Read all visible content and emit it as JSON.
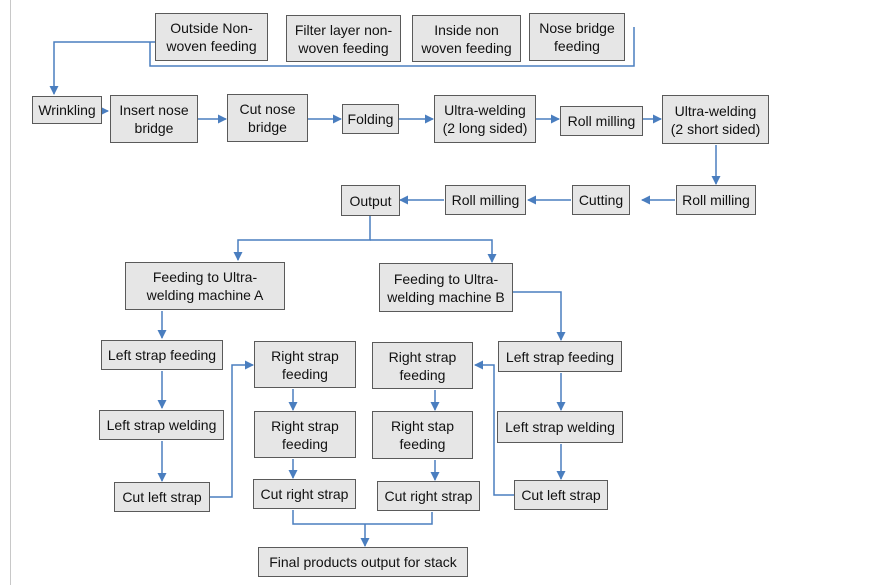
{
  "colors": {
    "connector": "#4a7ebf",
    "box_fill": "#e6e6e6",
    "box_border": "#5a5a5a"
  },
  "nodes": {
    "outside_feeding": "Outside Non-\nwoven feeding",
    "filter_feeding": "Filter layer non-\nwoven feeding",
    "inside_feeding": "Inside non\nwoven feeding",
    "nose_bridge_feeding": "Nose bridge\nfeeding",
    "wrinkling": "Wrinkling",
    "insert_nose_bridge": "Insert nose\nbridge",
    "cut_nose_bridge": "Cut nose\nbridge",
    "folding": "Folding",
    "ultra_long": "Ultra-welding\n(2 long sided)",
    "roll_milling_1": "Roll milling",
    "ultra_short": "Ultra-welding\n(2 short sided)",
    "roll_milling_2": "Roll milling",
    "cutting": "Cutting",
    "roll_milling_3": "Roll milling",
    "output": "Output",
    "feed_a": "Feeding to Ultra-\nwelding machine A",
    "feed_b": "Feeding to Ultra-\nwelding machine B",
    "a_left_feed": "Left strap feeding",
    "a_left_weld": "Left strap welding",
    "a_cut_left": "Cut left strap",
    "a_right_feed": "Right strap\nfeeding",
    "a_right_feed2": "Right strap\nfeeding",
    "a_cut_right": "Cut right strap",
    "b_right_feed": "Right strap\nfeeding",
    "b_right_feed2": "Right stap\nfeeding",
    "b_cut_right": "Cut right strap",
    "b_left_feed": "Left strap feeding",
    "b_left_weld": "Left strap welding",
    "b_cut_left": "Cut left strap",
    "final": "Final products output for stack"
  }
}
